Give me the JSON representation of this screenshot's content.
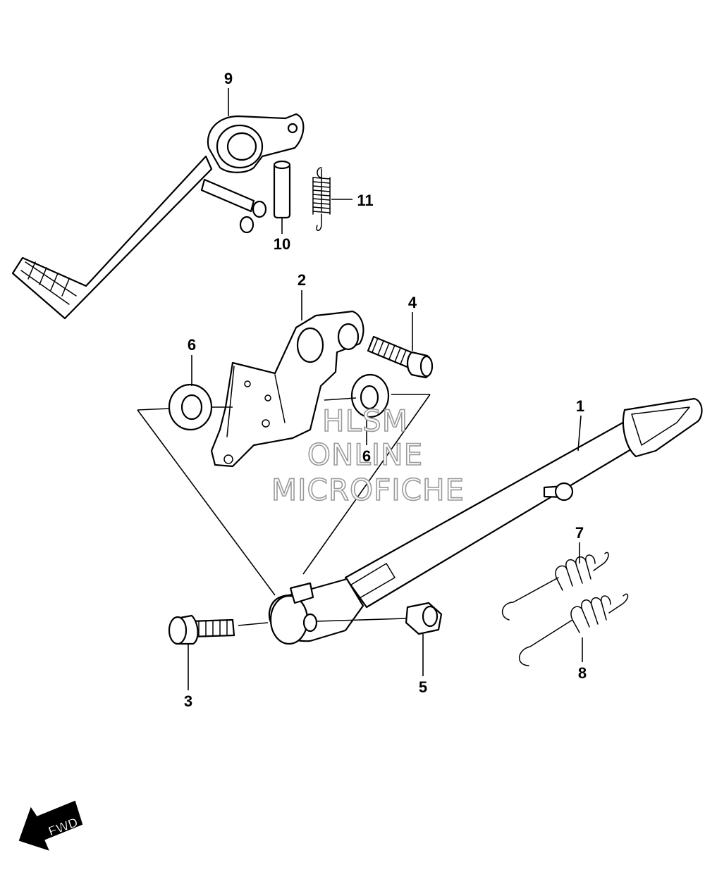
{
  "diagram": {
    "callouts": [
      "1",
      "2",
      "3",
      "4",
      "5",
      "6",
      "6",
      "7",
      "8",
      "9",
      "10",
      "11"
    ],
    "watermark": [
      "HLSM",
      "ONLINE",
      "MICROFICHE"
    ],
    "direction_label": "FWD"
  }
}
